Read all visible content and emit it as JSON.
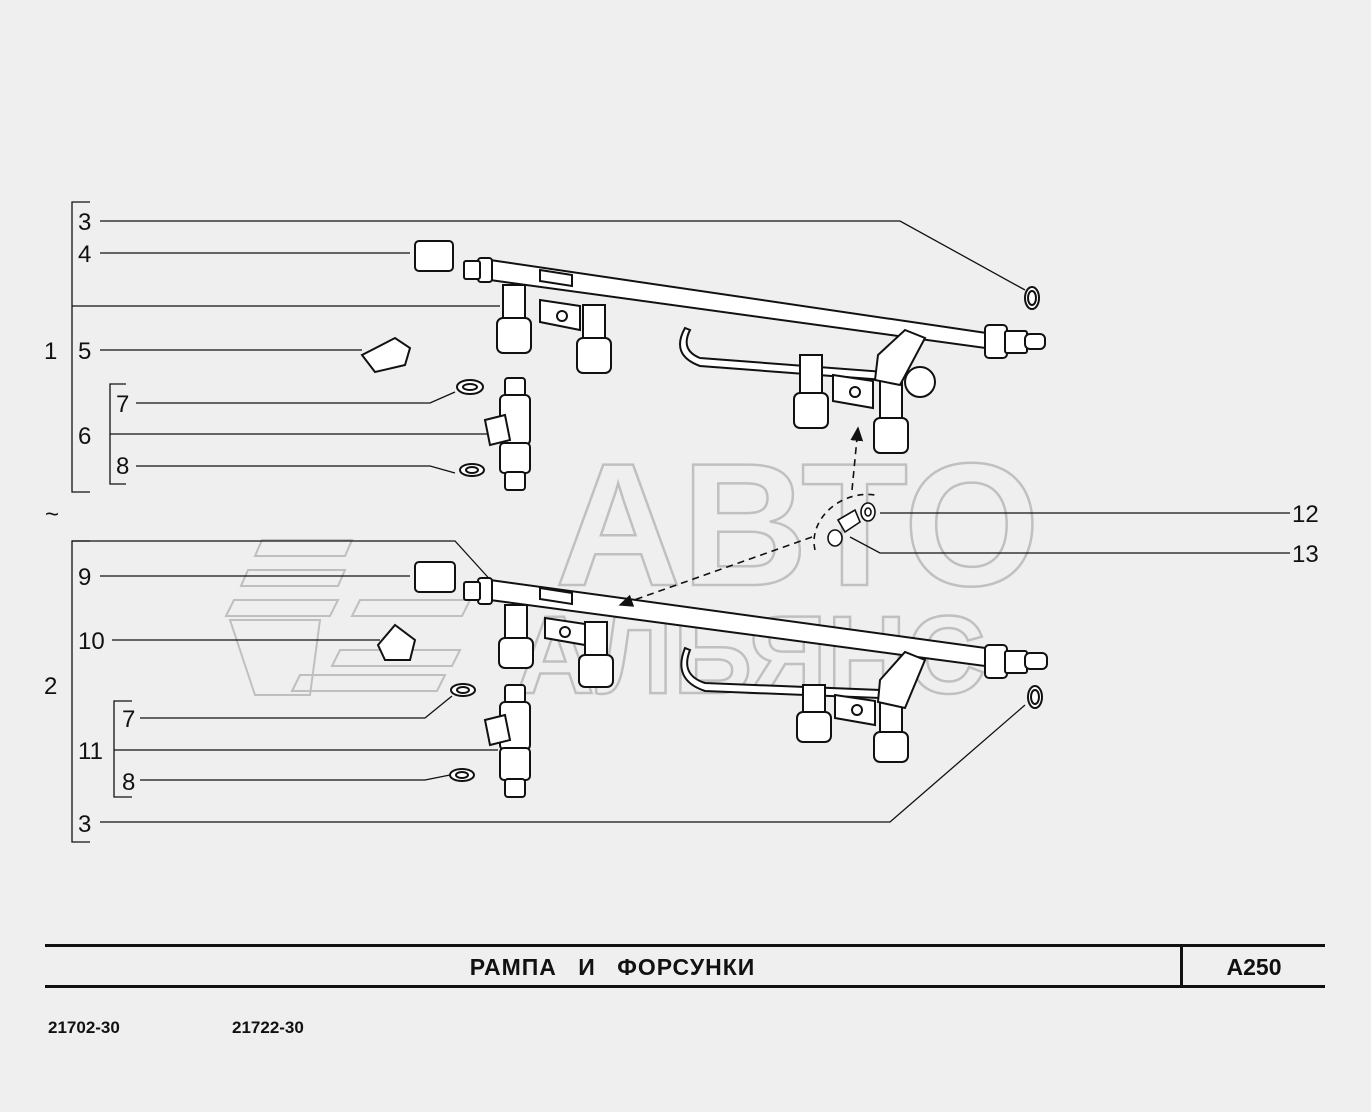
{
  "title": "РАМПА И ФОРСУНКИ",
  "code": "A250",
  "models": [
    "21702-30",
    "21722-30"
  ],
  "watermark": {
    "line1": "АВТО",
    "line2": "АЛЬЯНС"
  },
  "callouts": {
    "top": {
      "group": "1",
      "n3": "3",
      "n4": "4",
      "n5": "5",
      "n6": "6",
      "n7": "7",
      "n8": "8"
    },
    "tilde": "~",
    "bottom": {
      "group": "2",
      "n9": "9",
      "n10": "10",
      "n11": "11",
      "n7": "7",
      "n8": "8",
      "n3": "3"
    },
    "right": {
      "n12": "12",
      "n13": "13"
    }
  }
}
